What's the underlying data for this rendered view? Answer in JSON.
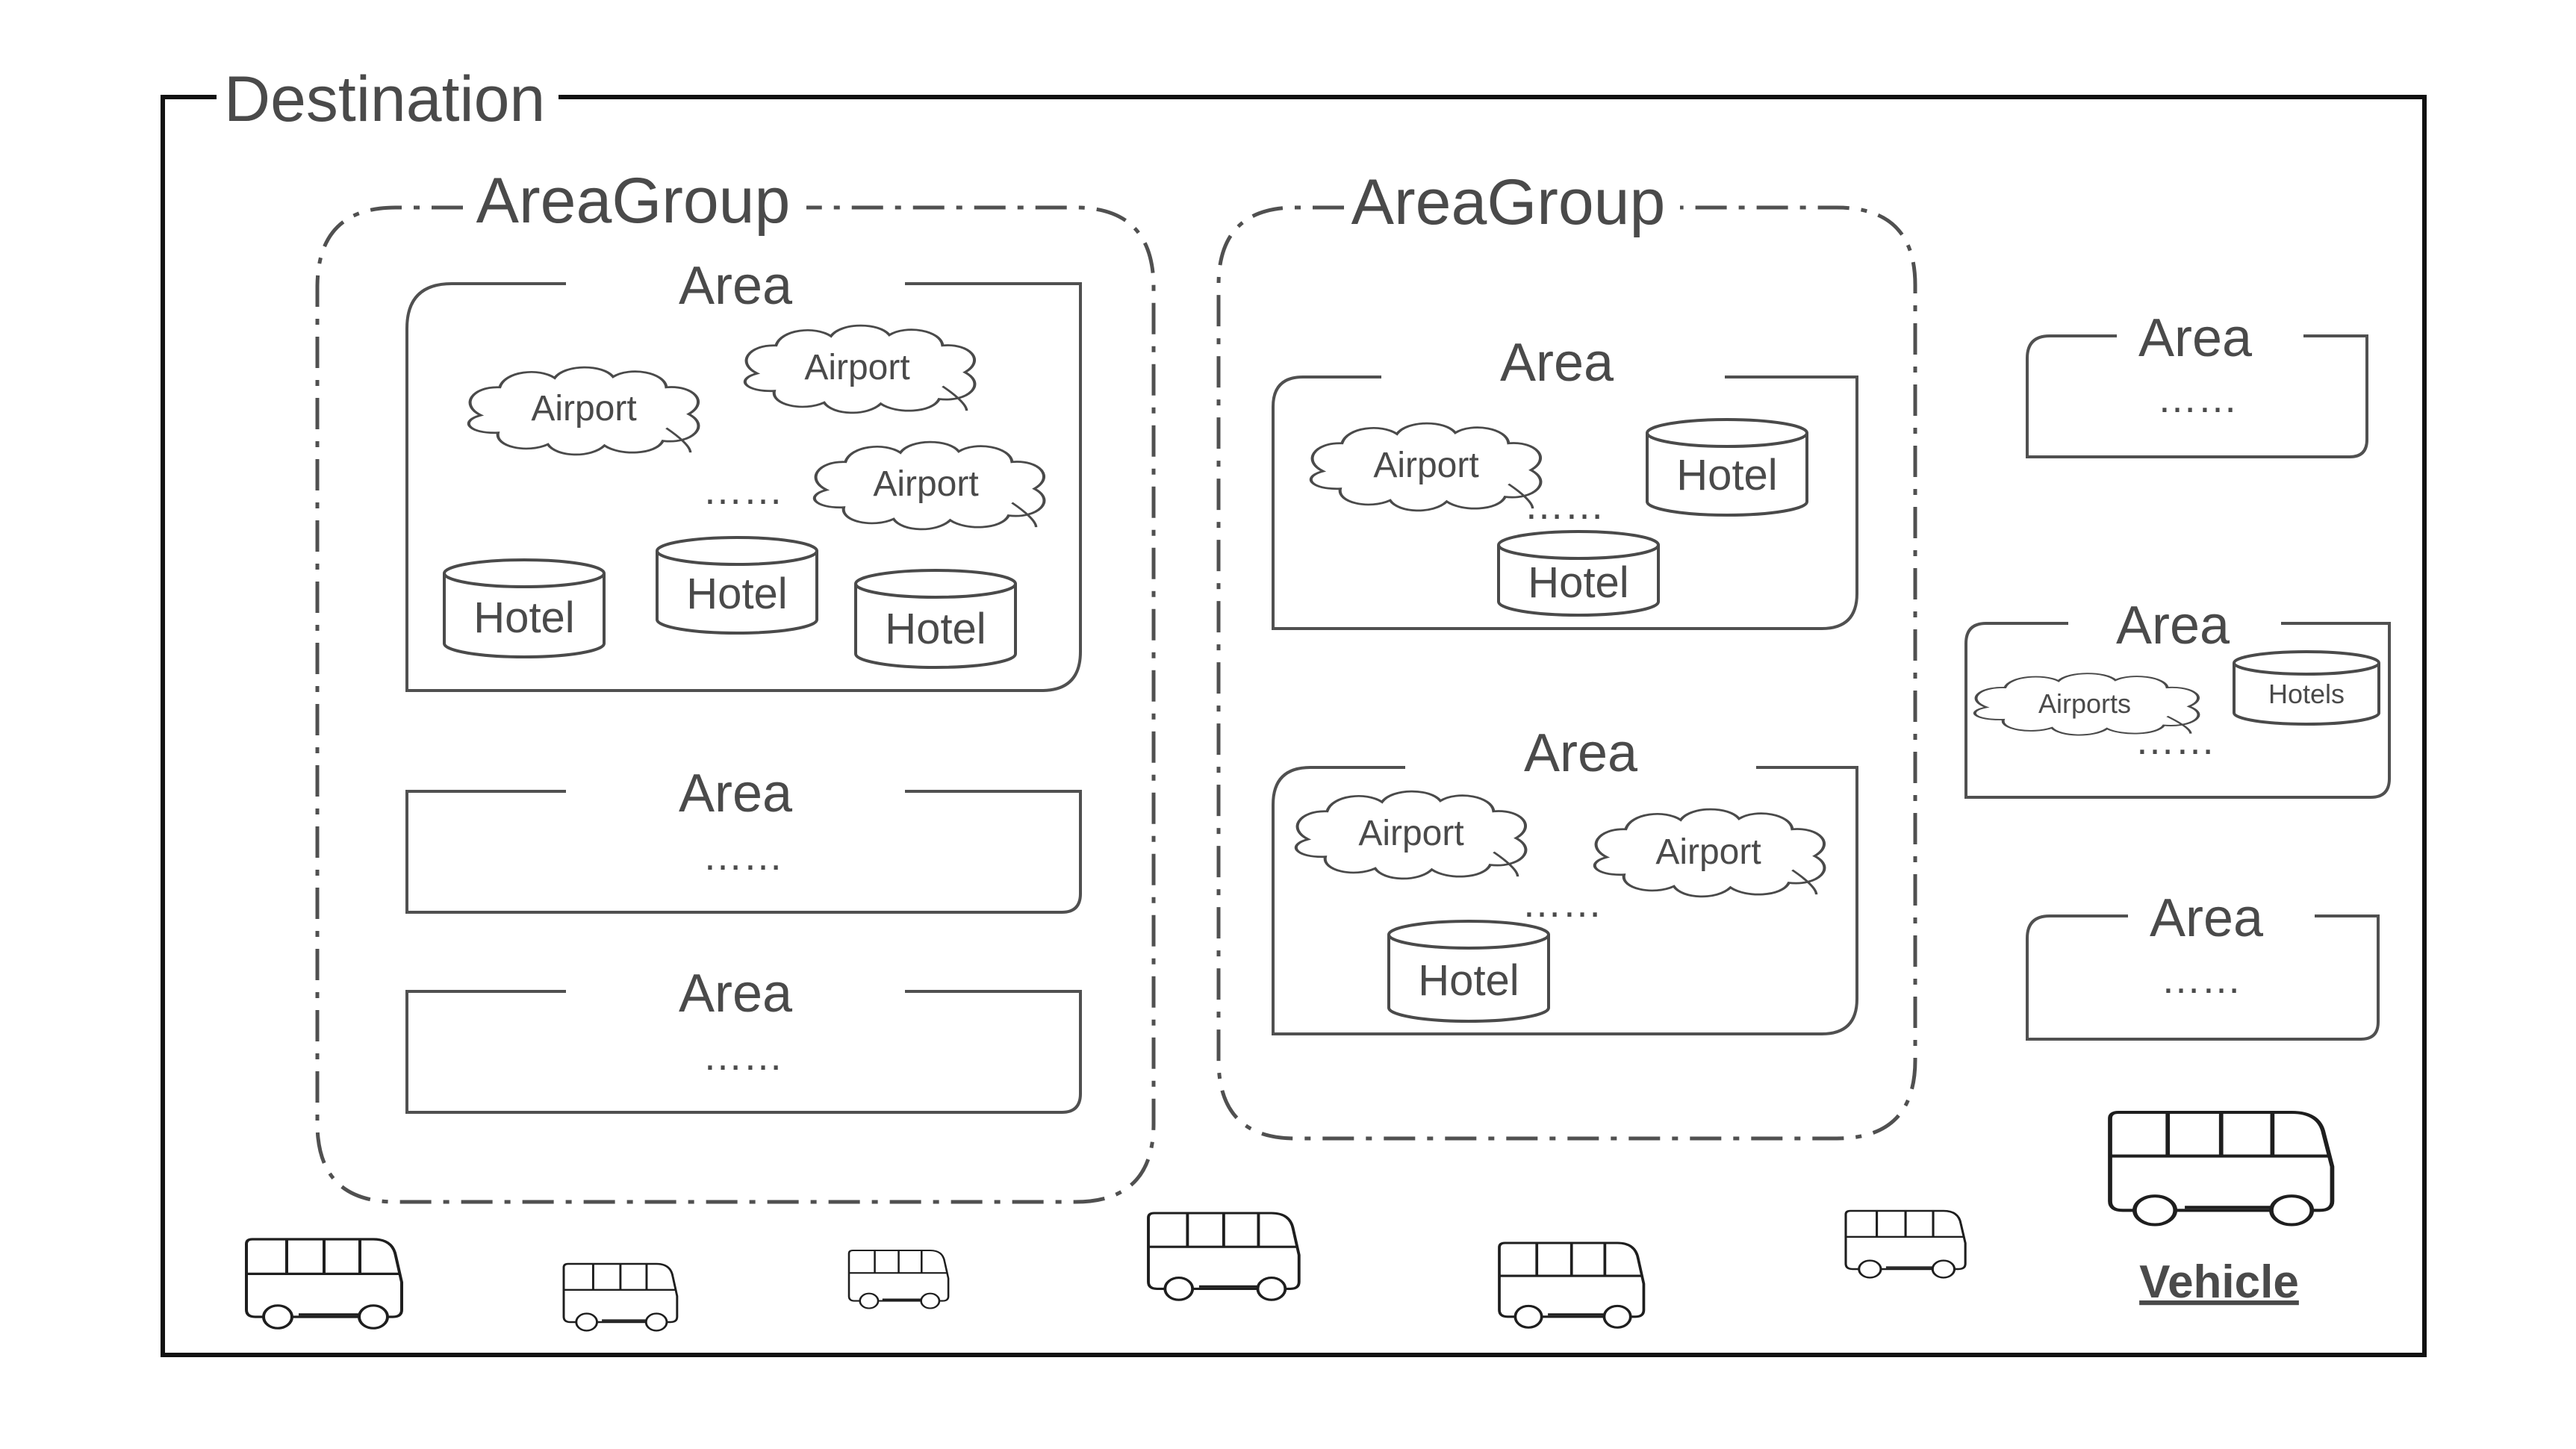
{
  "destination": {
    "label": "Destination",
    "area_groups": [
      {
        "label": "AreaGroup",
        "areas": [
          {
            "label": "Area",
            "airports": [
              "Airport",
              "Airport",
              "Airport"
            ],
            "hotels": [
              "Hotel",
              "Hotel",
              "Hotel"
            ],
            "ellipsis": "……"
          },
          {
            "label": "Area",
            "ellipsis": "……"
          },
          {
            "label": "Area",
            "ellipsis": "……"
          }
        ]
      },
      {
        "label": "AreaGroup",
        "areas": [
          {
            "label": "Area",
            "airports": [
              "Airport"
            ],
            "hotels": [
              "Hotel",
              "Hotel"
            ],
            "ellipsis": "……"
          },
          {
            "label": "Area",
            "airports": [
              "Airport",
              "Airport"
            ],
            "hotels": [
              "Hotel"
            ],
            "ellipsis": "……"
          }
        ]
      }
    ],
    "standalone_areas": [
      {
        "label": "Area",
        "ellipsis": "……"
      },
      {
        "label": "Area",
        "airports": [
          "Airports"
        ],
        "hotels": [
          "Hotels"
        ],
        "ellipsis": "……"
      },
      {
        "label": "Area",
        "ellipsis": "……"
      }
    ],
    "vehicle_label": "Vehicle"
  },
  "icons": {
    "airport": "cloud-icon",
    "hotel": "cylinder-icon",
    "vehicle": "bus-icon"
  }
}
